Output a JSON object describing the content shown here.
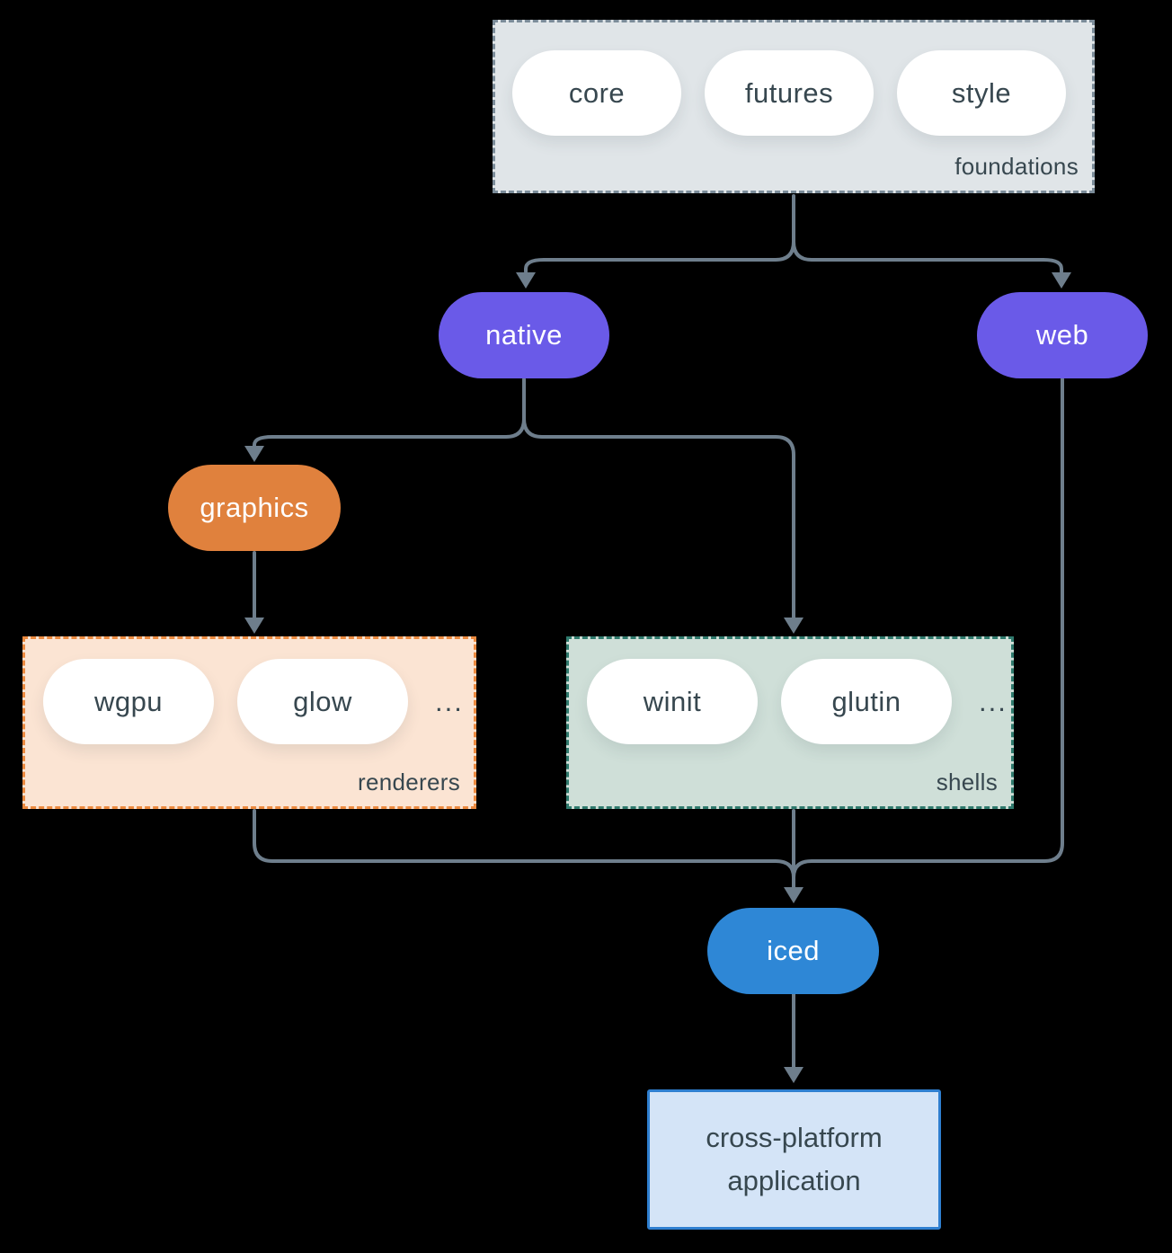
{
  "colors": {
    "background": "#000000",
    "foundations_fill": "#e0e5e8",
    "foundations_border": "#7b8c99",
    "renderers_fill": "#fbe4d3",
    "renderers_border": "#ec8a3f",
    "shells_fill": "#cfdfd8",
    "shells_border": "#2f7a6d",
    "purple": "#6a5ae8",
    "orange": "#e0813d",
    "blue": "#2e87d6",
    "app_fill": "#d4e4f7",
    "app_border": "#2f7fd0",
    "arrow": "#6e7e8c",
    "text_dark": "#37474f",
    "text_light": "#ffffff"
  },
  "diagram": {
    "foundations": {
      "label": "foundations",
      "items": [
        {
          "label": "core"
        },
        {
          "label": "futures"
        },
        {
          "label": "style"
        }
      ]
    },
    "native": {
      "label": "native"
    },
    "web": {
      "label": "web"
    },
    "graphics": {
      "label": "graphics"
    },
    "renderers": {
      "label": "renderers",
      "items": [
        {
          "label": "wgpu"
        },
        {
          "label": "glow"
        }
      ],
      "more": "..."
    },
    "shells": {
      "label": "shells",
      "items": [
        {
          "label": "winit"
        },
        {
          "label": "glutin"
        }
      ],
      "more": "..."
    },
    "iced": {
      "label": "iced"
    },
    "app": {
      "label": "cross-platform application"
    }
  }
}
